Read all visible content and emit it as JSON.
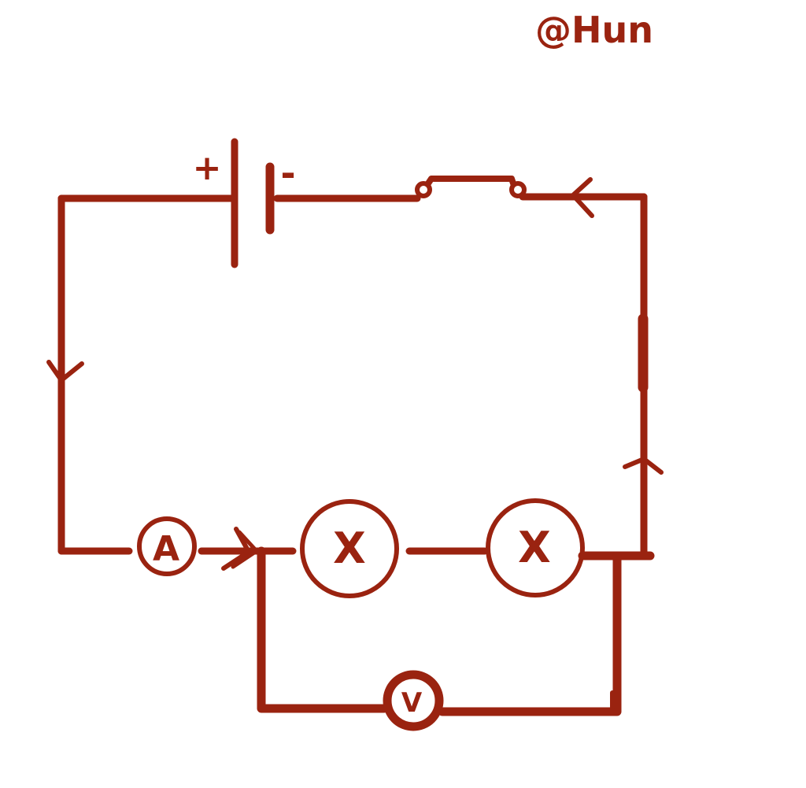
{
  "colors": {
    "ink": "#9a2310",
    "background": "#ffffff"
  },
  "watermark": {
    "text": "@Hun"
  },
  "battery": {
    "positive_label": "+",
    "negative_label": "-"
  },
  "ammeter": {
    "label": "A"
  },
  "voltmeter": {
    "label": "V"
  },
  "lamps": [
    {
      "label": "X"
    },
    {
      "label": "X"
    }
  ]
}
